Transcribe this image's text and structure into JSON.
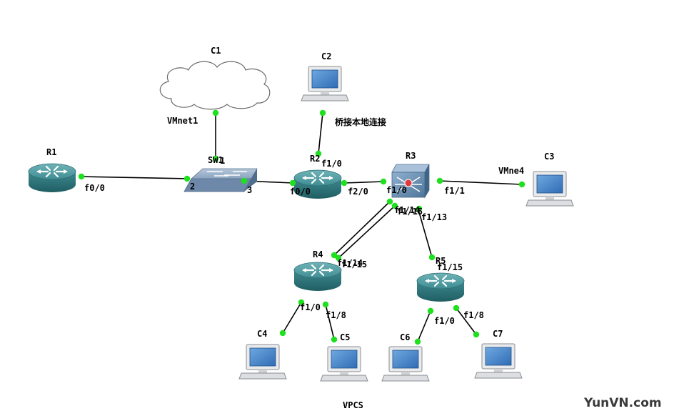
{
  "watermark": "YunVN.com",
  "nodes": {
    "R1": "R1",
    "R2": "R2",
    "R3": "R3",
    "R4": "R4",
    "R5": "R5",
    "SW1": "SW1",
    "C1": "C1",
    "C2": "C2",
    "C3": "C3",
    "C4": "C4",
    "C5": "C5",
    "C6": "C6",
    "C7": "C7"
  },
  "labels": {
    "vmnet1": "VMnet1",
    "bridge": "桥接本地连接",
    "vmnet4": "VMne4",
    "vpcs": "VPCS"
  },
  "ports": {
    "r1_f0_0": "f0/0",
    "sw1_1": "1",
    "sw1_2": "2",
    "sw1_3": "3",
    "r2_f1_0": "f1/0",
    "r2_f0_0": "f0/0",
    "r2_f2_0": "f2/0",
    "r3_f1_0": "f1/0",
    "r3_f1_1": "f1/1",
    "r3_f1_13": "f1/13",
    "r3_f1_14": "f1/14",
    "r3_f1_15": "f1/15",
    "r4_f1_14": "f1/14",
    "r4_f1_15": "f1/15",
    "r4_f1_0": "f1/0",
    "r4_f1_8": "f1/8",
    "r5_f1_15": "f1/15",
    "r5_f1_0": "f1/0",
    "r5_f1_8": "f1/8"
  }
}
